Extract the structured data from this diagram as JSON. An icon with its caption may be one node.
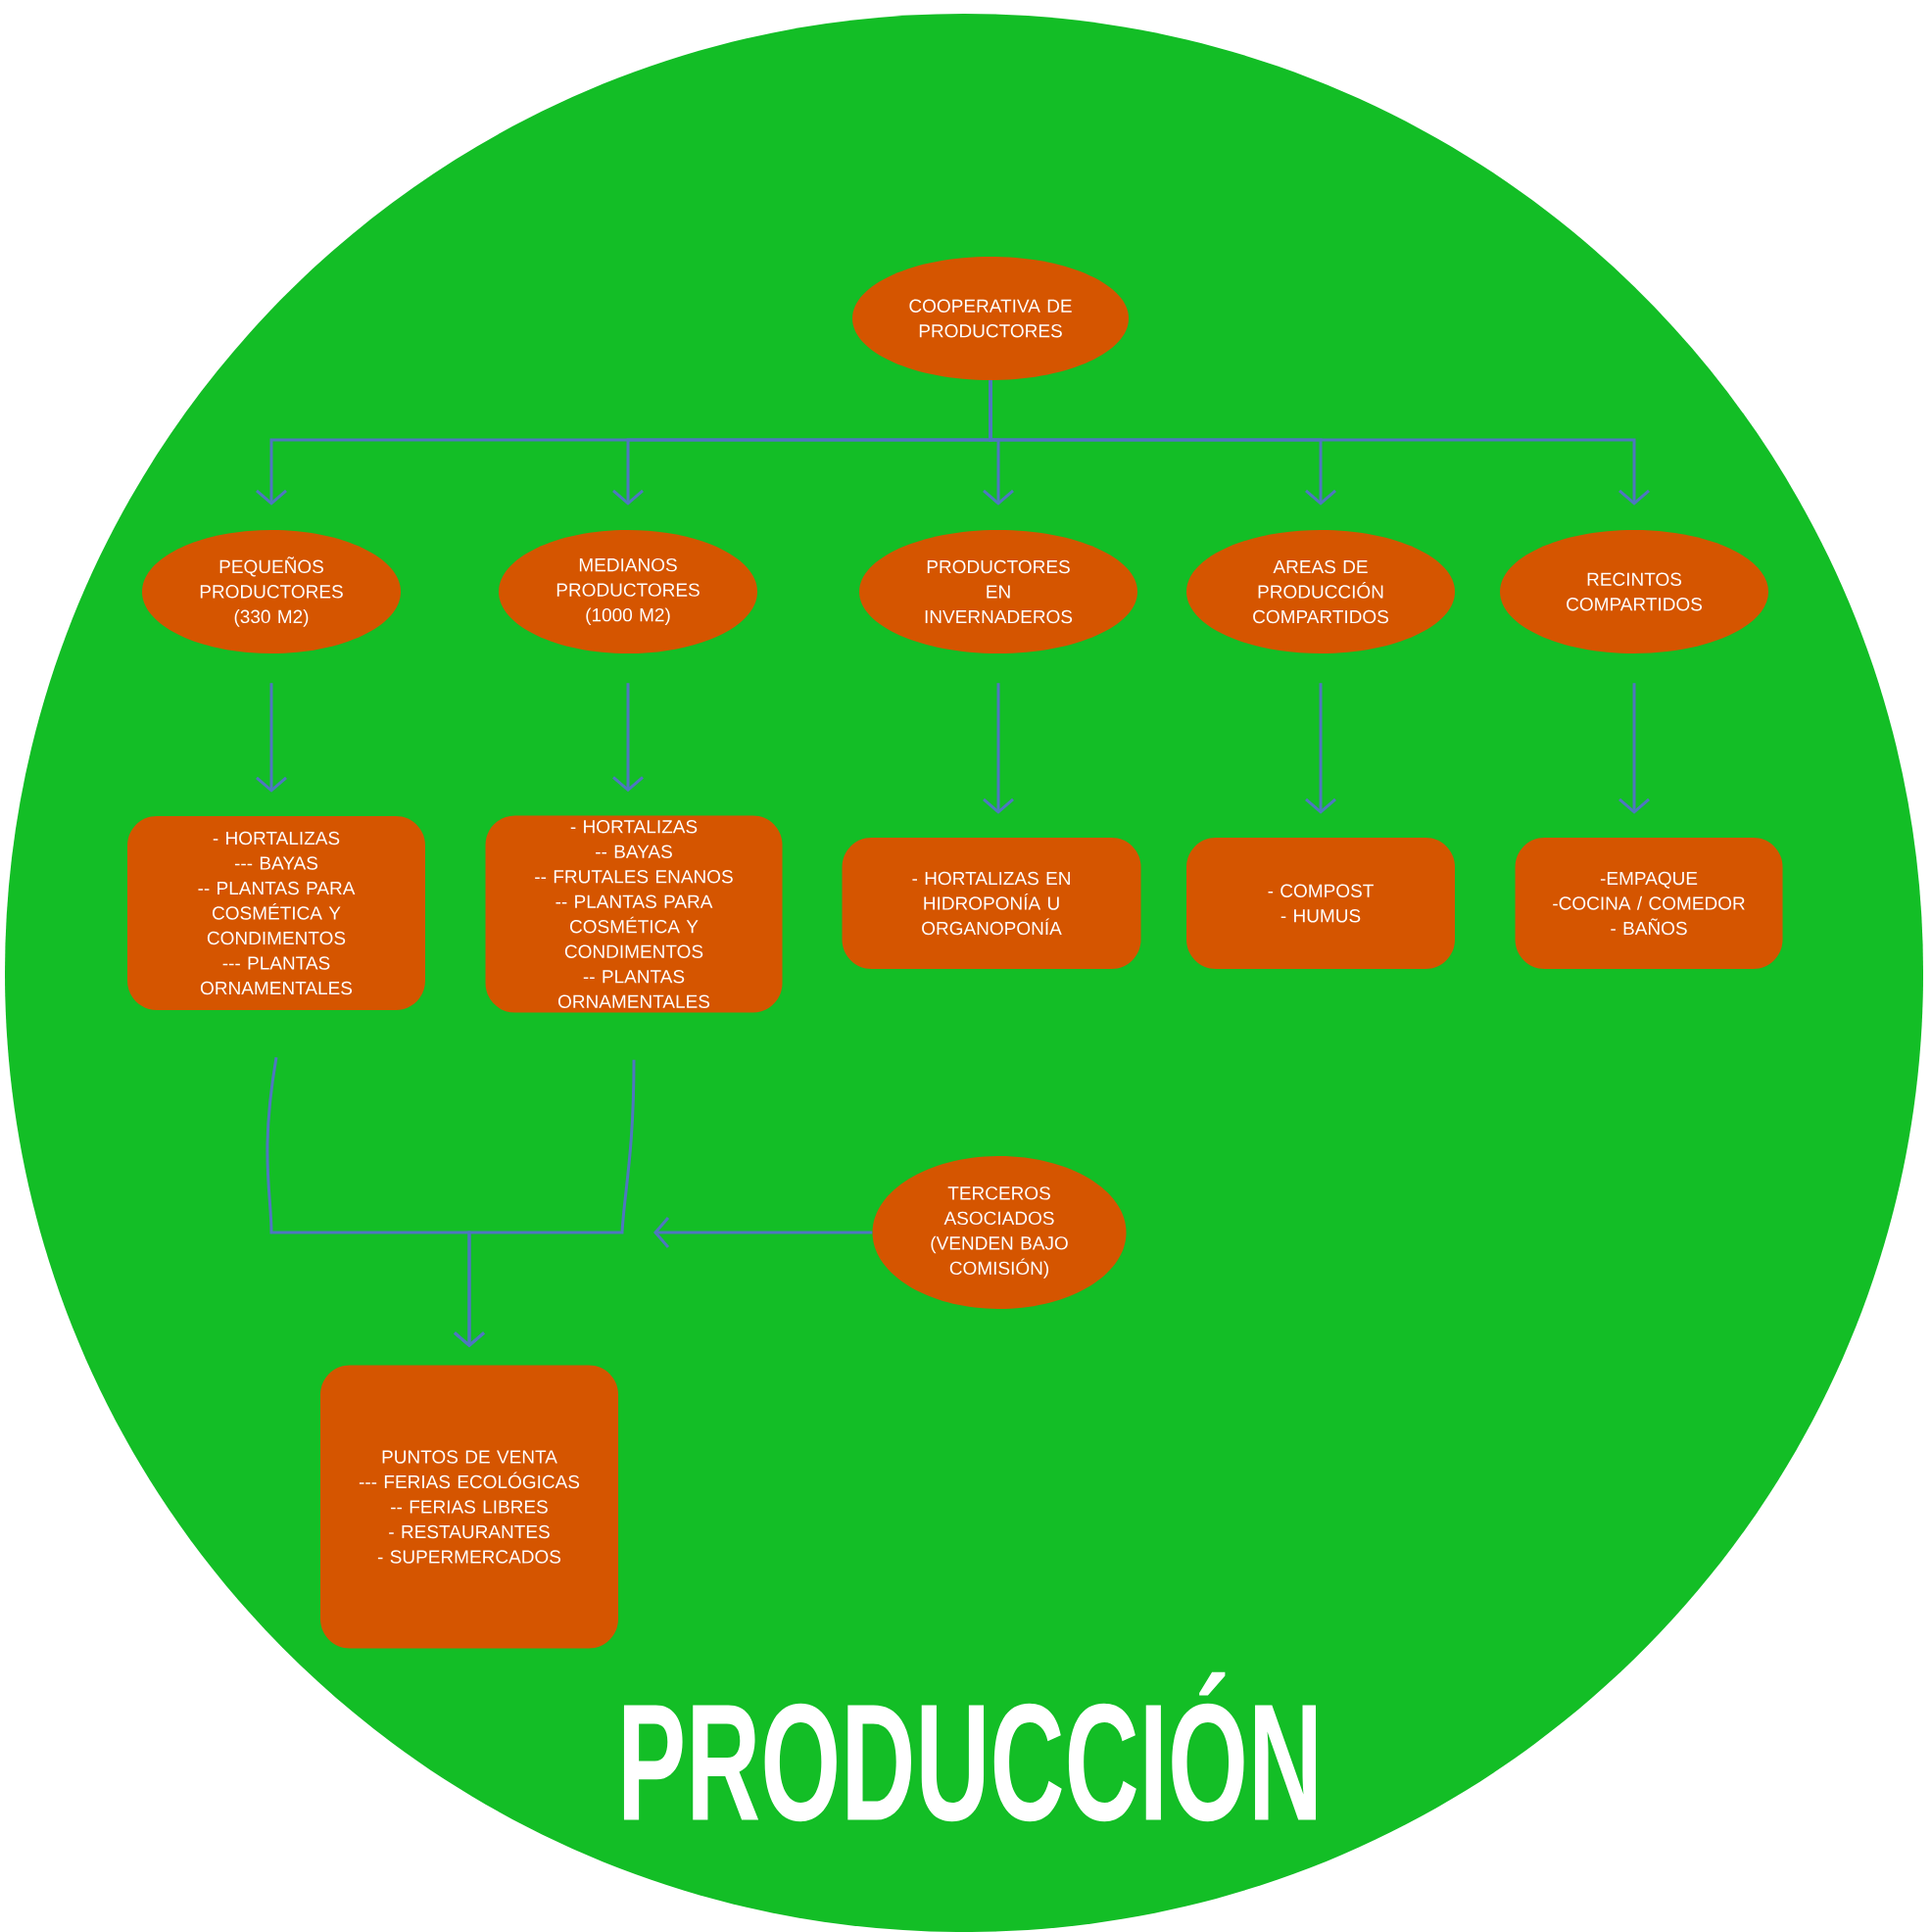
{
  "diagram": {
    "title": "PRODUCCIÓN",
    "nodes": [
      {
        "text": [
          "COOPERATIVA DE PRODUCTORES"
        ]
      },
      {
        "text": [
          "PEQUEÑOS PRODUCTORES (330 M2)"
        ]
      },
      {
        "text": [
          "MEDIANOS PRODUCTORES (1000 M2)"
        ]
      },
      {
        "text": [
          "PRODUCTORES EN INVERNADEROS"
        ]
      },
      {
        "text": [
          "AREAS DE PRODUCCIÓN COMPARTIDOS"
        ]
      },
      {
        "text": [
          "RECINTOS COMPARTIDOS"
        ]
      },
      {
        "text": [
          "- HORTALIZAS",
          "--- BAYAS",
          "-- PLANTAS PARA COSMÉTICA Y CONDIMENTOS",
          "--- PLANTAS ORNAMENTALES"
        ]
      },
      {
        "text": [
          "- HORTALIZAS",
          "-- BAYAS",
          "-- FRUTALES ENANOS",
          "-- PLANTAS PARA COSMÉTICA Y CONDIMENTOS",
          "-- PLANTAS ORNAMENTALES"
        ]
      },
      {
        "text": [
          "- HORTALIZAS EN HIDROPONÍA U ORGANOPONÍA"
        ]
      },
      {
        "text": [
          "- COMPOST",
          "- HUMUS"
        ]
      },
      {
        "text": [
          "-EMPAQUE",
          "-COCINA / COMEDOR",
          "- BAÑOS"
        ]
      },
      {
        "text": [
          "TERCEROS ASOCIADOS (VENDEN BAJO COMISIÓN)"
        ]
      },
      {
        "text": [
          "PUNTOS DE VENTA",
          "--- FERIAS ECOLÓGICAS",
          "-- FERIAS LIBRES",
          "- RESTAURANTES",
          "- SUPERMERCADOS"
        ]
      }
    ],
    "edges": [
      {
        "from": 0,
        "to": 1,
        "arrow": "to"
      },
      {
        "from": 0,
        "to": 2,
        "arrow": "to"
      },
      {
        "from": 0,
        "to": 3,
        "arrow": "to"
      },
      {
        "from": 0,
        "to": 4,
        "arrow": "to"
      },
      {
        "from": 0,
        "to": 5,
        "arrow": "to"
      },
      {
        "from": 1,
        "to": 6,
        "arrow": "to"
      },
      {
        "from": 2,
        "to": 7,
        "arrow": "to"
      },
      {
        "from": 3,
        "to": 8,
        "arrow": "to"
      },
      {
        "from": 4,
        "to": 9,
        "arrow": "to"
      },
      {
        "from": 5,
        "to": 10,
        "arrow": "to"
      },
      {
        "from": 6,
        "to": 12,
        "arrow": "to"
      },
      {
        "from": 7,
        "to": 12,
        "arrow": "to"
      },
      {
        "from": 11,
        "to": null,
        "arrow": "to"
      }
    ]
  }
}
